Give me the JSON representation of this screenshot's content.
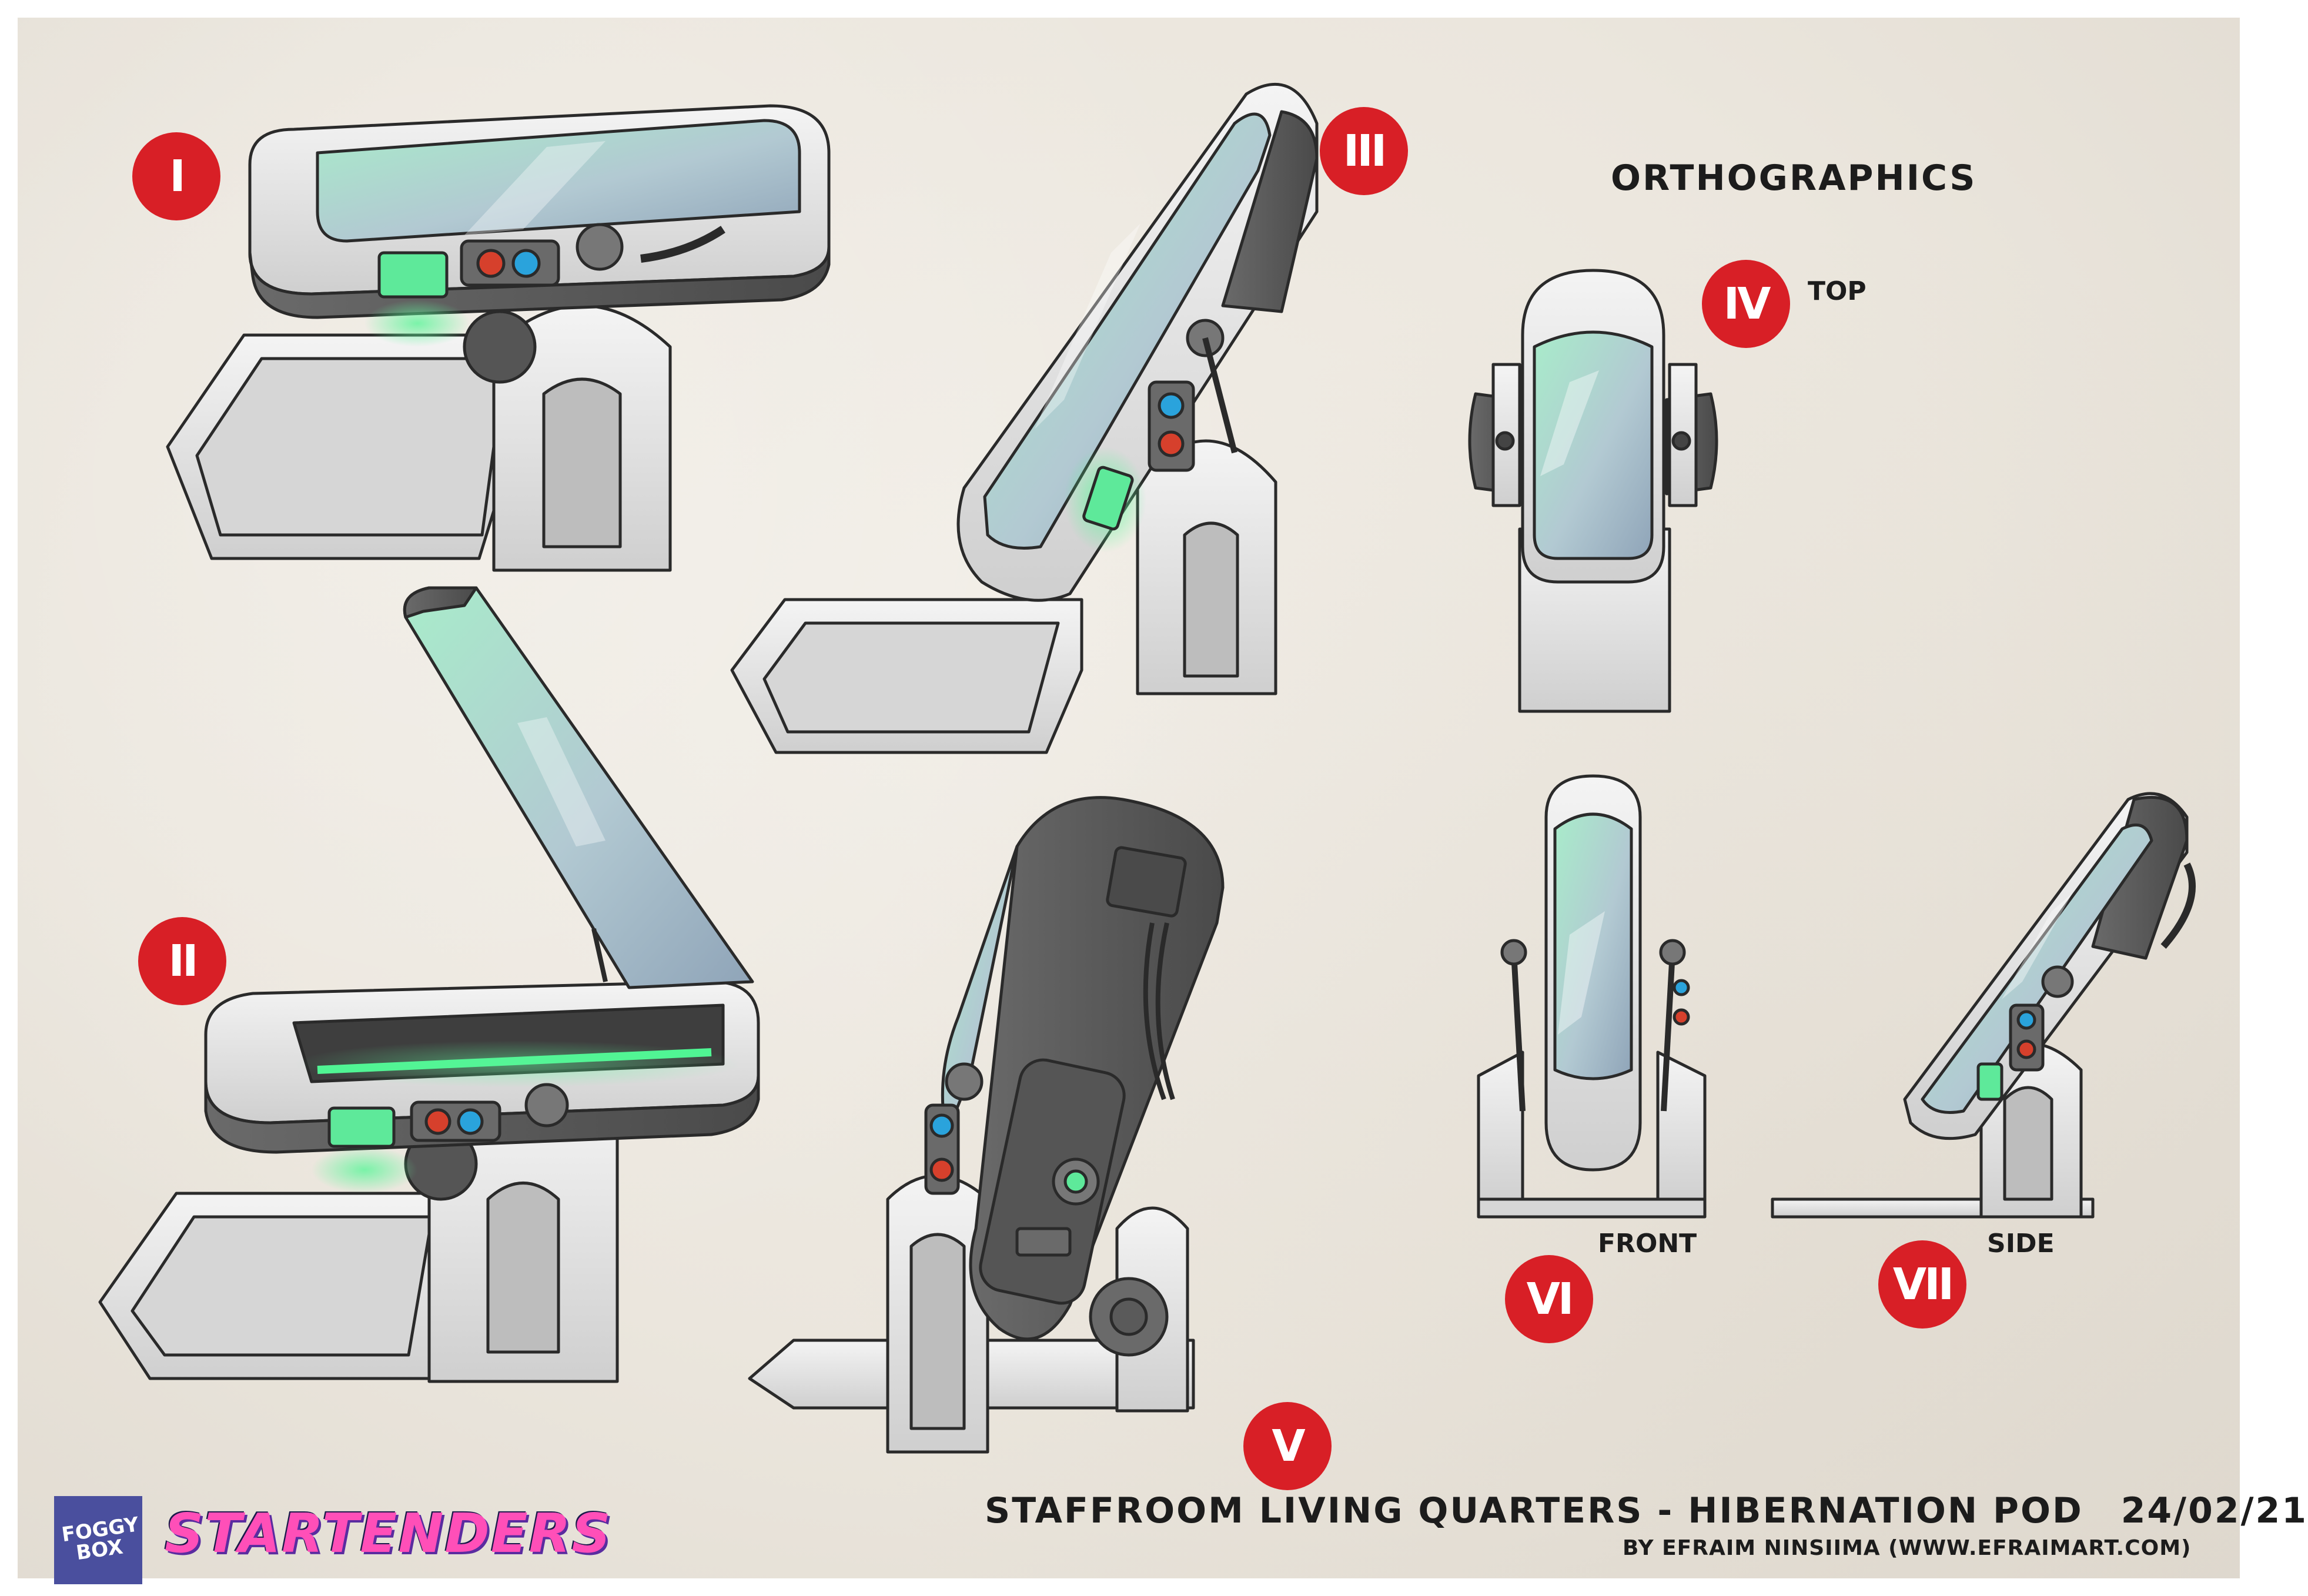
{
  "sheet": {
    "heading": "ORTHOGRAPHICS",
    "title": "STAFFROOM LIVING QUARTERS - HIBERNATION POD",
    "date": "24/02/21",
    "credit": "BY EFRAIM NINSIIMA (WWW.EFRAIMART.COM)"
  },
  "badges": [
    "I",
    "II",
    "III",
    "IV",
    "V",
    "VI",
    "VII"
  ],
  "view_labels": {
    "top": "TOP",
    "front": "FRONT",
    "side": "SIDE"
  },
  "logos": {
    "foggy_box": "FOGGY BOX",
    "startenders": "STARTENDERS"
  },
  "colors": {
    "badge_red": "#d81f26",
    "glass_green": "#9fe3c4",
    "glass_blue": "#a9bccc",
    "shell_white": "#e4e4e4",
    "shell_dark": "#5c5c5c",
    "led_green": "#39e07a",
    "button_red": "#d6402c",
    "button_blue": "#2aa3dc"
  }
}
